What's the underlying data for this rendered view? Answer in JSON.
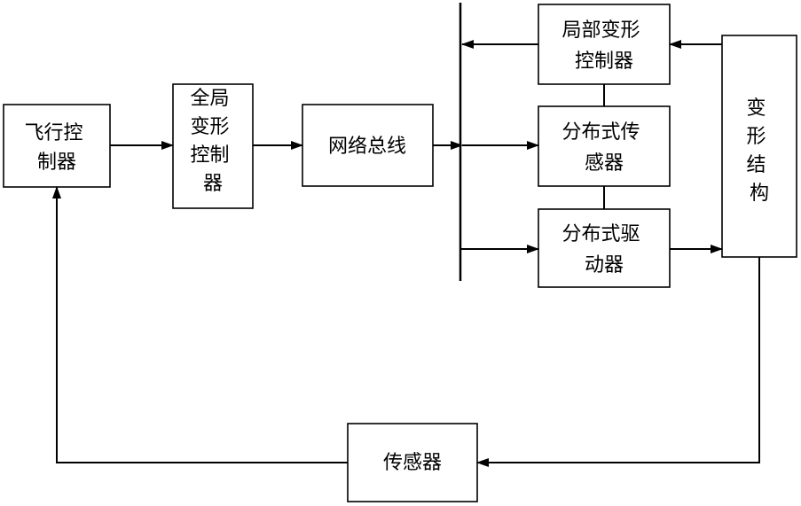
{
  "blocks": {
    "flight_controller": {
      "lines": [
        "飞行控",
        "制器"
      ]
    },
    "global_deform_controller": {
      "lines": [
        "全局",
        "变形",
        "控制",
        "器"
      ]
    },
    "network_bus": {
      "lines": [
        "网络总线"
      ]
    },
    "local_deform_controller": {
      "lines": [
        "局部变形",
        "控制器"
      ]
    },
    "distributed_sensor": {
      "lines": [
        "分布式传",
        "感器"
      ]
    },
    "distributed_actuator": {
      "lines": [
        "分布式驱",
        "动器"
      ]
    },
    "deform_structure": {
      "lines": [
        "变",
        "形",
        "结",
        "构"
      ]
    },
    "sensor": {
      "lines": [
        "传感器"
      ]
    }
  },
  "colors": {
    "stroke": "#000000",
    "background": "#ffffff"
  }
}
